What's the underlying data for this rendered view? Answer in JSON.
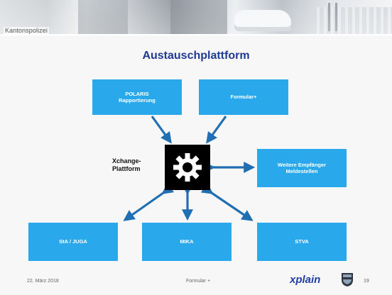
{
  "header": {
    "brand": "Kantonspolizei"
  },
  "slide": {
    "title": "Austauschplattform",
    "hub_label": "Xchange-\nPlattform",
    "hub_icon": "gear-icon",
    "boxes": {
      "polaris": "POLARIS\nRapportierung",
      "formular": "Formular+",
      "weitere": "Weitere Empfänger\nMeldestellen",
      "sta": "StA / JUGA",
      "mika": "MIKA",
      "stva": "STVA"
    },
    "colors": {
      "box": "#2aa8ec",
      "arrow": "#1f6fb2",
      "title": "#1f3a93",
      "hub": "#000000"
    }
  },
  "footer": {
    "date": "22. März 2018",
    "center": "Formular +",
    "page": "19",
    "logo_text": "xplain"
  }
}
